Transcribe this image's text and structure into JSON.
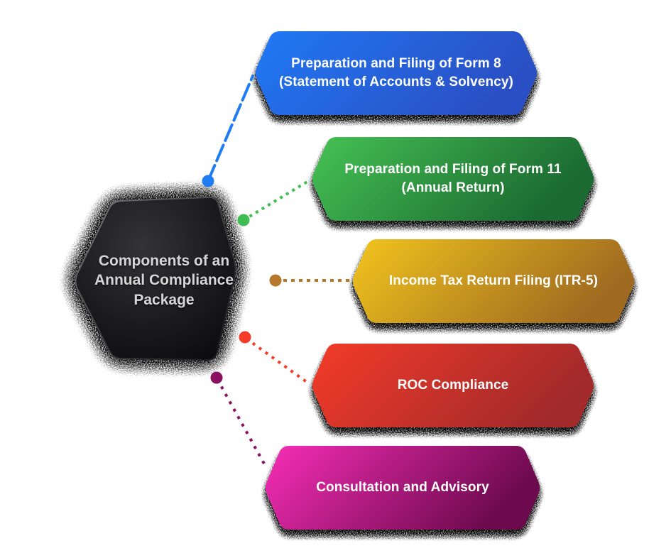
{
  "background_color": "#ffffff",
  "center": {
    "title": "Components of an Annual Compliance Package",
    "fill_color": "#141417",
    "text_color": "#d6d6d8"
  },
  "items": [
    {
      "id": "form8",
      "label": "Preparation and Filing of Form 8\n(Statement of Accounts & Solvency)",
      "color_left": "#2079f5",
      "color_right": "#2a4fc4",
      "dot_color": "#1f7cf2",
      "line_color": "#1f7cf2",
      "text_color": "#ffffff"
    },
    {
      "id": "form11",
      "label": "Preparation and Filing of Form 11\n(Annual Return)",
      "color_left": "#46c254",
      "color_right": "#1b6a31",
      "dot_color": "#3fbd52",
      "line_color": "#3fbd52",
      "text_color": "#ffffff"
    },
    {
      "id": "itr5",
      "label": "Income Tax Return Filing (ITR-5)",
      "color_left": "#f2c51d",
      "color_right": "#a06b20",
      "dot_color": "#b5782d",
      "line_color": "#b5782d",
      "text_color": "#ffffff"
    },
    {
      "id": "roc",
      "label": "ROC Compliance",
      "color_left": "#f43b28",
      "color_right": "#a32a2b",
      "dot_color": "#f53b28",
      "line_color": "#f53b28",
      "text_color": "#ffffff"
    },
    {
      "id": "advisory",
      "label": "Consultation and Advisory",
      "color_left": "#f72eb6",
      "color_right": "#6d0a4e",
      "dot_color": "#8a1060",
      "line_color": "#8a1060",
      "text_color": "#ffffff"
    }
  ]
}
